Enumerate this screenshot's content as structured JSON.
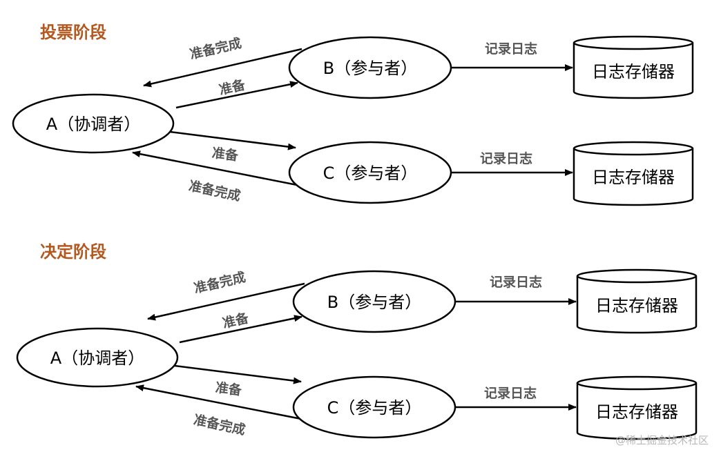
{
  "sections": [
    {
      "title": "投票阶段",
      "coordinator": "A（协调者）",
      "participants": [
        "B（参与者）",
        "C（参与者）"
      ],
      "storage": [
        "日志存储器",
        "日志存储器"
      ],
      "edges": {
        "prepare_b": "准备",
        "done_b": "准备完成",
        "prepare_c": "准备",
        "done_c": "准备完成",
        "log_b": "记录日志",
        "log_c": "记录日志"
      }
    },
    {
      "title": "决定阶段",
      "coordinator": "A（协调者）",
      "participants": [
        "B（参与者）",
        "C（参与者）"
      ],
      "storage": [
        "日志存储器",
        "日志存储器"
      ],
      "edges": {
        "prepare_b": "准备",
        "done_b": "准备完成",
        "prepare_c": "准备",
        "done_c": "准备完成",
        "log_b": "记录日志",
        "log_c": "记录日志"
      }
    }
  ],
  "watermark": "@稀土掘金技术社区",
  "colors": {
    "section_title": "#b3581f",
    "edge_label": "#555555",
    "stroke": "#000000"
  }
}
